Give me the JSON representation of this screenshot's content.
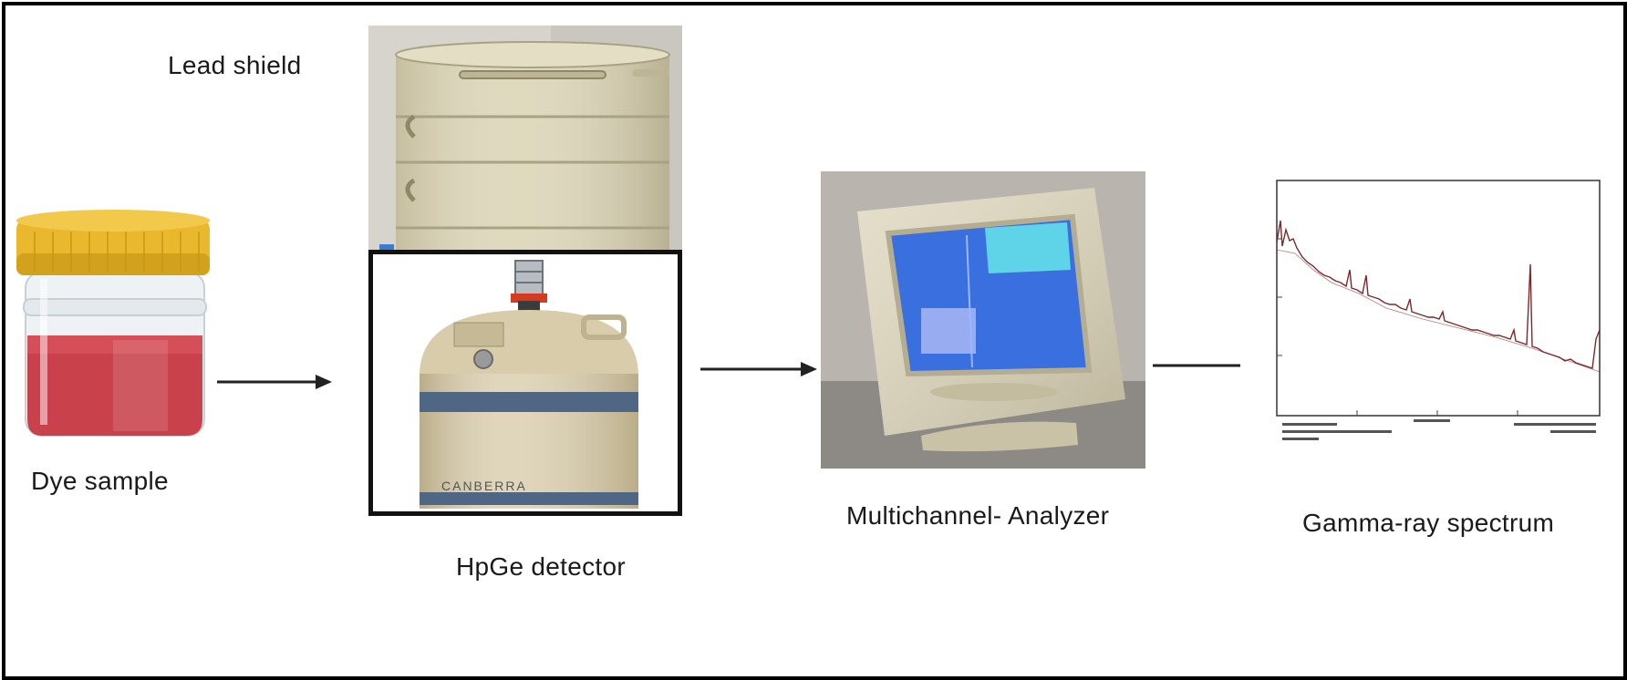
{
  "labels": {
    "dye_sample": "Dye sample",
    "lead_shield": "Lead shield",
    "hpge_detector": "HpGe detector",
    "mca": "Multichannel- Analyzer",
    "spectrum": "Gamma-ray spectrum",
    "detector_brand": "CANBERRA"
  },
  "colors": {
    "frame": "#000000",
    "arrow": "#222222",
    "jar_lid": "#e9b82c",
    "jar_liquid": "#c9424b",
    "shield": "#d9d2b2",
    "detector_body": "#d8ccaa",
    "detector_band": "#4f6785",
    "monitor_body": "#ddd6bd",
    "screen": "#3a6fe0",
    "spectrum_line": "#7a2a2a"
  },
  "icons": {
    "jar": "sample-jar-icon",
    "shield": "lead-shield-icon",
    "detector": "hpge-dewar-icon",
    "monitor": "crt-monitor-icon",
    "spectrum": "spectrum-plot-icon"
  }
}
